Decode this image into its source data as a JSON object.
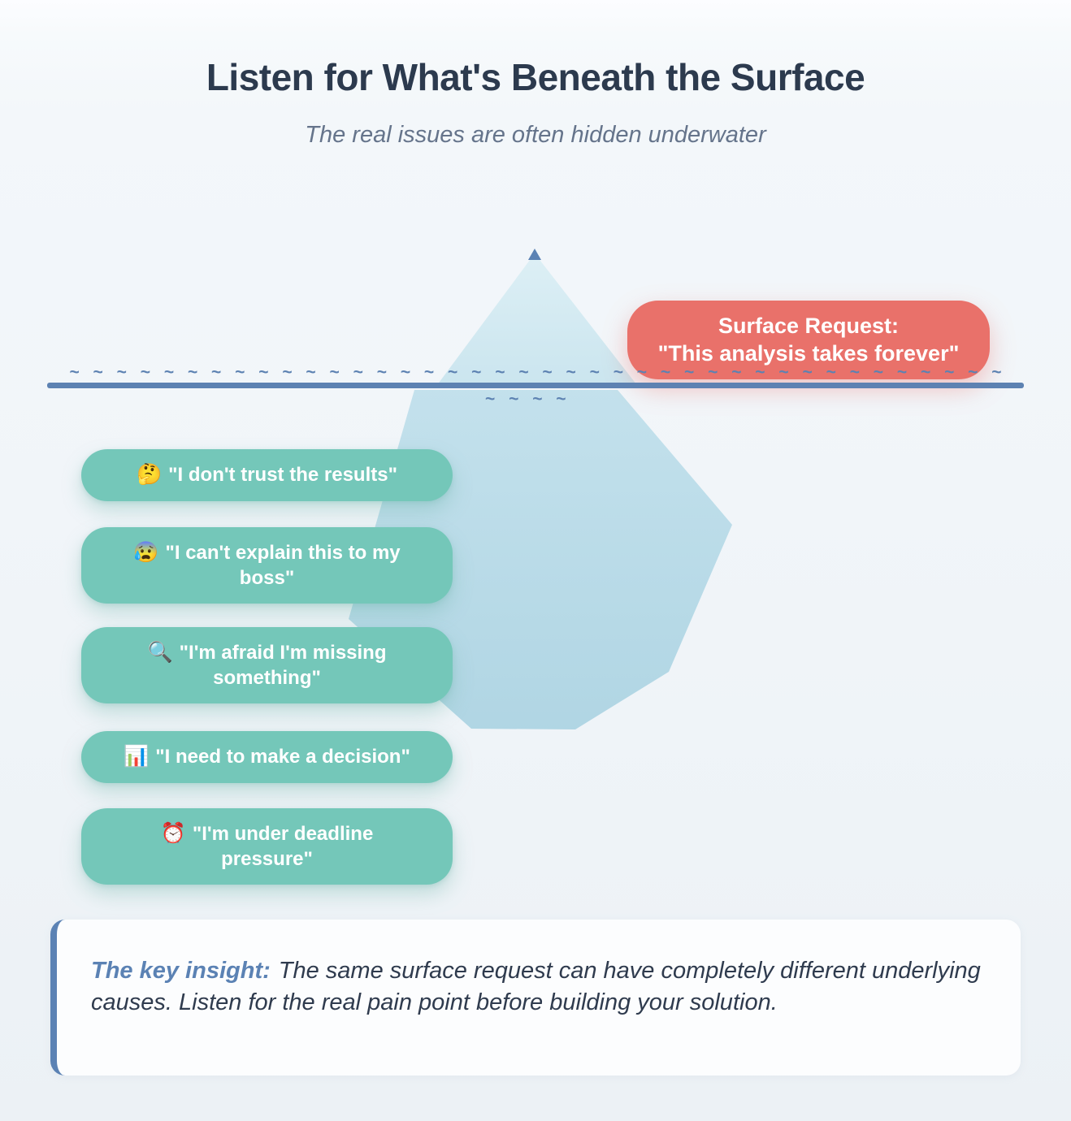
{
  "header": {
    "title": "Listen for What's Beneath the Surface",
    "subtitle": "The real issues are often hidden underwater"
  },
  "surface_request": {
    "line1": "Surface Request:",
    "line2": "\"This analysis takes forever\""
  },
  "water": {
    "tildes_main": "~ ~ ~ ~ ~ ~ ~ ~ ~ ~ ~ ~ ~ ~ ~ ~ ~ ~ ~ ~ ~ ~ ~ ~ ~ ~ ~ ~ ~ ~ ~ ~ ~ ~ ~ ~ ~ ~ ~ ~",
    "tildes_secondary": "~ ~ ~ ~"
  },
  "underwater": {
    "pills": [
      {
        "emoji": "🤔",
        "icon": "thinking-face-emoji",
        "text": "\"I don't trust the results\""
      },
      {
        "emoji": "😰",
        "icon": "anxious-face-sweat-emoji",
        "text": "\"I can't explain this to my boss\""
      },
      {
        "emoji": "🔍",
        "icon": "magnifying-glass-emoji",
        "text": "\"I'm afraid I'm missing something\""
      },
      {
        "emoji": "📊",
        "icon": "bar-chart-emoji",
        "text": "\"I need to make a decision\""
      },
      {
        "emoji": "⏰",
        "icon": "alarm-clock-emoji",
        "text": "\"I'm under deadline pressure\""
      }
    ]
  },
  "insight": {
    "label": "The key insight:",
    "text": "The same surface request can have completely different underlying causes. Listen for the real pain point before building your solution."
  },
  "colors": {
    "title": "#2c3a4e",
    "subtitle": "#65748b",
    "accent_blue": "#5b82b4",
    "water_line": "#5d82b2",
    "pill_teal": "#74c7b9",
    "surface_red": "#e9716a",
    "insight_text": "#2f3b4e",
    "insight_bg": "#fcfdfe",
    "iceberg_tip_top": "#dceff5",
    "iceberg_tip_bottom": "#c8e4ee",
    "iceberg_below_top": "#bfdfeb",
    "iceberg_below_bottom": "#abd3e2"
  }
}
